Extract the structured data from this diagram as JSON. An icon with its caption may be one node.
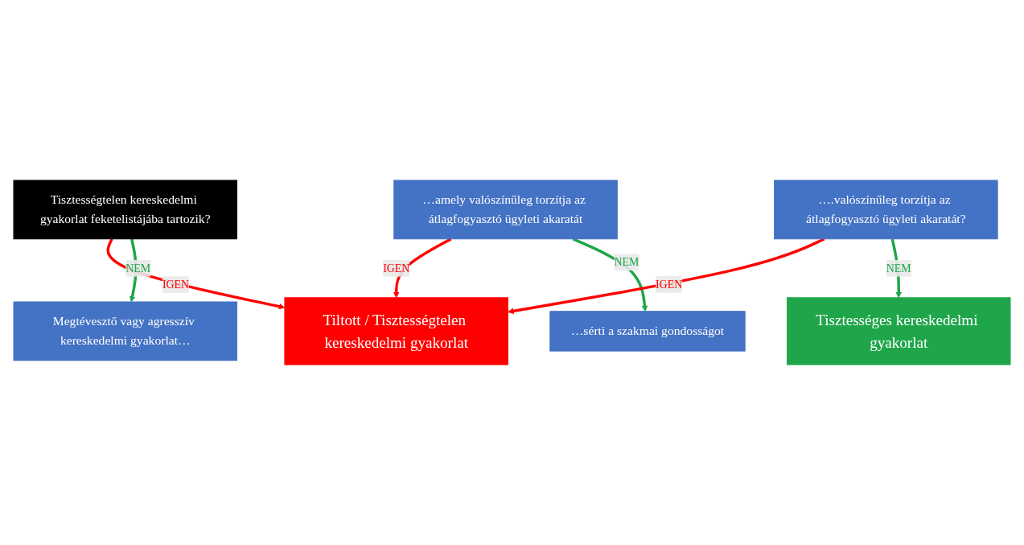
{
  "diagram": {
    "nodes": [
      {
        "text": [
          "Tisztességtelen kereskedelmi gyakorlat feketelistájába tartozik?"
        ]
      },
      {
        "text": [
          "Megtévesztő vagy agresszív kereskedelmi gyakorlat…"
        ]
      },
      {
        "text": [
          "…amely valószínűleg torzítja az átlagfogyasztó ügyleti akaratát"
        ]
      },
      {
        "text": [
          "…sérti a szakmai gondosságot"
        ]
      },
      {
        "text": [
          "….valószínűleg torzítja az átlagfogyasztó ügyleti akaratát?"
        ]
      },
      {
        "text": [
          "Tisztességes kereskedelmi gyakorlat"
        ]
      },
      {
        "text": [
          "Tiltott / Tisztességtelen kereskedelmi gyakorlat"
        ]
      }
    ],
    "edges": [
      {
        "from": 0,
        "to": 6,
        "label": "IGEN",
        "arrow": "to",
        "color": "#ff0000"
      },
      {
        "from": 0,
        "to": 1,
        "label": "NEM",
        "arrow": "to",
        "color": "#1fa64a"
      },
      {
        "from": 2,
        "to": 6,
        "label": "IGEN",
        "arrow": "to",
        "color": "#ff0000"
      },
      {
        "from": 2,
        "to": 3,
        "label": "NEM",
        "arrow": "to",
        "color": "#1fa64a"
      },
      {
        "from": 4,
        "to": 6,
        "label": "IGEN",
        "arrow": "to",
        "color": "#ff0000"
      },
      {
        "from": 4,
        "to": 5,
        "label": "NEM",
        "arrow": "to",
        "color": "#1fa64a"
      }
    ]
  }
}
